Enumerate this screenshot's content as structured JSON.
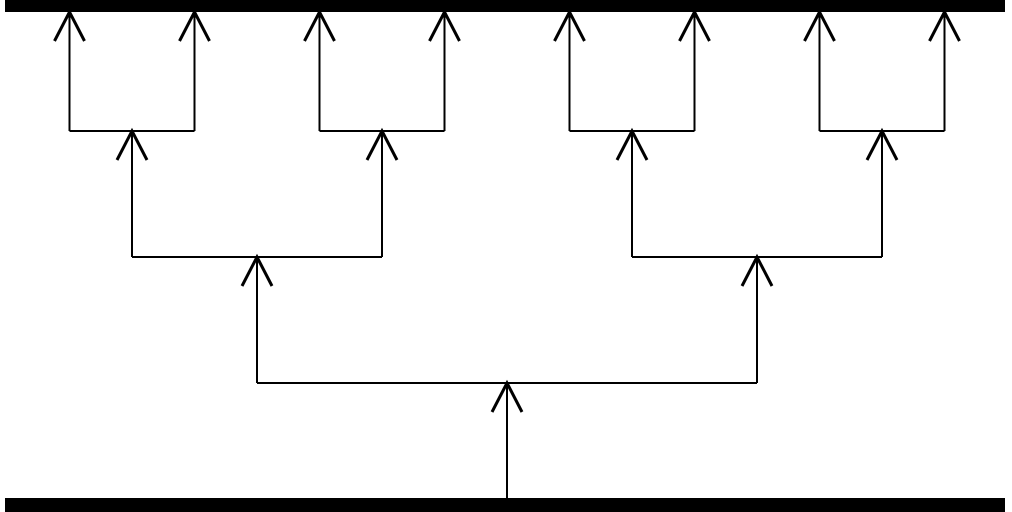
{
  "diagram": {
    "type": "binary-tree-fan-out",
    "branch_levels": 3,
    "leaf_count": 8,
    "line_color": "#000000",
    "background": "#ffffff"
  }
}
